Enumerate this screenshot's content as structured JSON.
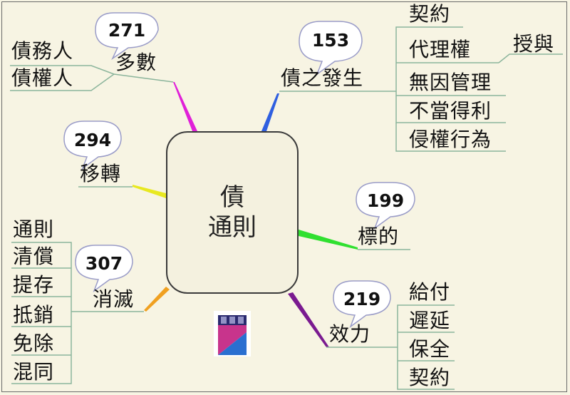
{
  "center": {
    "line1": "債",
    "line2": "通則"
  },
  "branches": {
    "duo_shu": {
      "label": "多數",
      "page": "271",
      "items": [
        "債務人",
        "債權人"
      ]
    },
    "zhai_fasheng": {
      "label": "債之發生",
      "page": "153",
      "items": [
        "契約",
        "代理權",
        "無因管理",
        "不當得利",
        "侵權行為"
      ],
      "sub_item": "授與"
    },
    "yi_zhuan": {
      "label": "移轉",
      "page": "294"
    },
    "biao_de": {
      "label": "標的",
      "page": "199"
    },
    "xiao_mie": {
      "label": "消滅",
      "page": "307",
      "items": [
        "通則",
        "清償",
        "提存",
        "抵銷",
        "免除",
        "混同"
      ]
    },
    "xiao_li": {
      "label": "效力",
      "page": "219",
      "items": [
        "給付",
        "遲延",
        "保全",
        "契約"
      ]
    }
  },
  "colors": {
    "duo_shu": "#e020d8",
    "zhai_fasheng": "#2f5fe0",
    "yi_zhuan": "#e8e820",
    "biao_de": "#30e030",
    "xiao_mie": "#f0a020",
    "xiao_li": "#7a1a90"
  },
  "logo": {
    "icon": "shield-logo-icon",
    "primary": "#c8348c",
    "secondary": "#2a6fd0"
  }
}
